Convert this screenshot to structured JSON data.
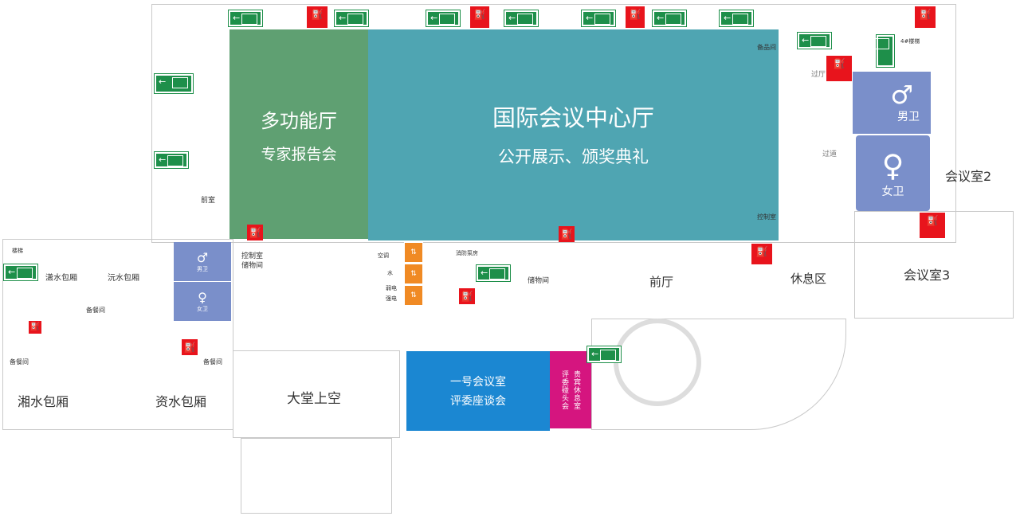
{
  "halls": {
    "multi_function": {
      "title": "多功能厅",
      "subtitle": "专家报告会",
      "color": "#5fa072"
    },
    "international": {
      "title": "国际会议中心厅",
      "subtitle": "公开展示、颁奖典礼",
      "color": "#4fa5b2",
      "inner_labels": [
        "备品间",
        "控制室"
      ]
    },
    "meeting_room_1": {
      "title": "一号会议室",
      "subtitle": "评委座谈会",
      "color": "#1b87d2"
    },
    "vip_lounge": {
      "title": "贵宾休息室",
      "subtitle": "评委碰头会",
      "color": "#d5157f"
    }
  },
  "restrooms": {
    "men": "男卫",
    "women": "女卫",
    "color": "#7a8fca"
  },
  "rooms": {
    "meeting_room_2": "会议室2",
    "meeting_room_3": "会议室3",
    "lobby": "前厅",
    "lounge": "休息区",
    "hall_pass": "过厅",
    "corridor": "过道",
    "atrium": "大堂上空",
    "xiang_box": "湘水包厢",
    "zi_box": "资水包厢",
    "xiao_box": "潇水包厢",
    "yuan_box": "沅水包厢",
    "pantry": "备餐间",
    "antechamber": "前室",
    "control_storage": [
      "控制室",
      "储物间"
    ],
    "storage": "储物间",
    "stair": "楼梯",
    "ac": "空调",
    "water": "水",
    "weak_power": "弱电",
    "strong_power": "强电",
    "fire_pump": "消防泵房",
    "stair_4": "4#楼梯"
  },
  "icons": {
    "exit": "exit-sign-icon",
    "fire": "fire-hydrant-icon",
    "elevator": "elevator-icon"
  },
  "exit_arrow": "←",
  "fire_glyph": "⛽",
  "elevator_glyph": "⇅"
}
